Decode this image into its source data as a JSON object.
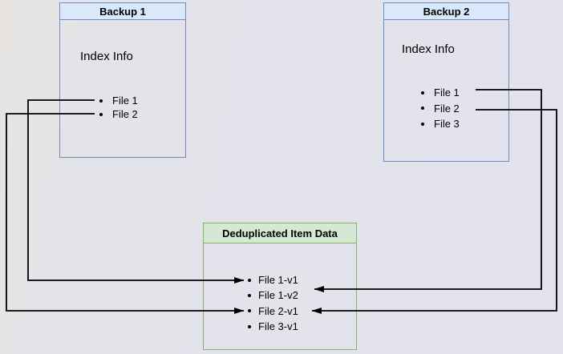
{
  "diagram": {
    "background_color": "#e3e3ec",
    "arrow_color": "#000000",
    "boxes": {
      "backup1": {
        "title": "Backup 1",
        "subtitle": "Index Info",
        "items": [
          "File 1",
          "File 2"
        ],
        "border_color": "#6c8ebf",
        "header_bg": "#dae8fc"
      },
      "backup2": {
        "title": "Backup 2",
        "subtitle": "Index Info",
        "items": [
          "File 1",
          "File 2",
          "File 3"
        ],
        "border_color": "#6c8ebf",
        "header_bg": "#dae8fc"
      },
      "dedup": {
        "title": "Deduplicated Item Data",
        "items": [
          "File 1-v1",
          "File 1-v2",
          "File 2-v1",
          "File 3-v1"
        ],
        "border_color": "#82b366",
        "header_bg": "#d5e8d4"
      }
    },
    "connections": [
      {
        "from": "Backup 1 / File 1",
        "to": "Deduplicated Item Data / File 1-v1"
      },
      {
        "from": "Backup 1 / File 2",
        "to": "Deduplicated Item Data / File 2-v1"
      },
      {
        "from": "Backup 2 / File 1",
        "to": "Deduplicated Item Data / File 1-v2"
      },
      {
        "from": "Backup 2 / File 2",
        "to": "Deduplicated Item Data / File 2-v1"
      }
    ]
  }
}
